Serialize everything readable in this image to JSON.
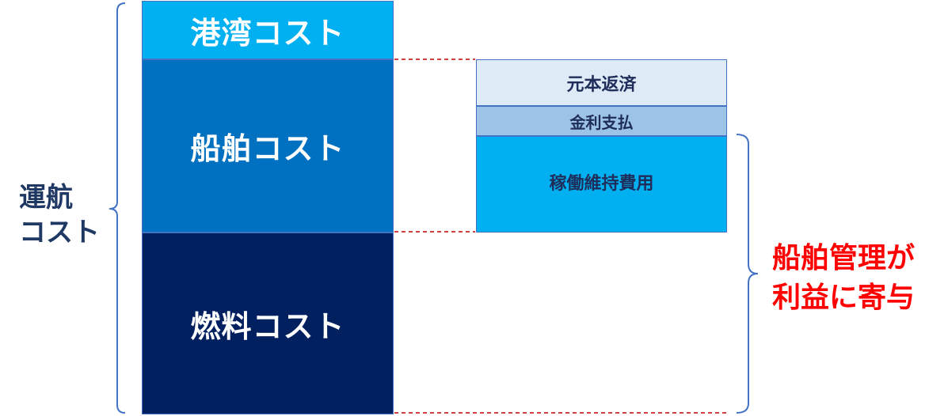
{
  "stack": {
    "port_cost": "港湾コスト",
    "ship_cost": "船舶コスト",
    "fuel_cost": "燃料コスト"
  },
  "breakdown": {
    "principal_repayment": "元本返済",
    "interest_payment": "金利支払",
    "operating_cost": "稼働維持費用"
  },
  "labels": {
    "operating_cost_line1": "運航",
    "operating_cost_line2": "コスト",
    "contribution_line1": "船舶管理が",
    "contribution_line2": "利益に寄与"
  },
  "colors": {
    "port": "#00b0f0",
    "ship": "#0070c0",
    "fuel": "#002060",
    "principal": "#deebf7",
    "interest": "#9dc3e6",
    "opex": "#00b0f0",
    "brace": "#4472c4",
    "dashed_line": "#c00000",
    "contribution_text": "#ff0000"
  }
}
